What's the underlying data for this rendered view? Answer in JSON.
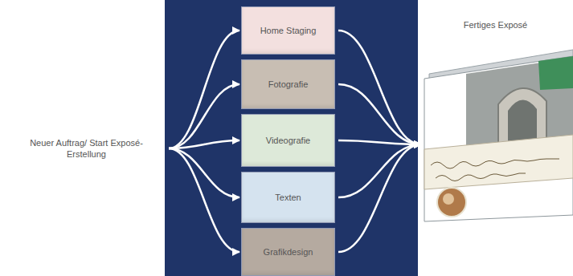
{
  "diagram": {
    "nodes": [
      {
        "text": [
          "Neuer Auftrag/ Start Exposé-Erstellung"
        ]
      },
      {
        "text": [
          "Home Staging"
        ]
      },
      {
        "text": [
          "Fotografie"
        ]
      },
      {
        "text": [
          "Videografie"
        ]
      },
      {
        "text": [
          "Texten"
        ]
      },
      {
        "text": [
          "Grafikdesign"
        ]
      },
      {
        "text": [
          "Fertiges Exposé"
        ]
      }
    ],
    "edges": [
      {
        "from": 0,
        "to": 1,
        "arrow": "to"
      },
      {
        "from": 0,
        "to": 2,
        "arrow": "to"
      },
      {
        "from": 0,
        "to": 3,
        "arrow": "to"
      },
      {
        "from": 0,
        "to": 4,
        "arrow": "to"
      },
      {
        "from": 0,
        "to": 5,
        "arrow": "to"
      },
      {
        "from": 1,
        "to": 6,
        "arrow": "to"
      },
      {
        "from": 2,
        "to": 6,
        "arrow": "to"
      },
      {
        "from": 3,
        "to": 6,
        "arrow": "to"
      },
      {
        "from": 4,
        "to": 6,
        "arrow": "to"
      },
      {
        "from": 5,
        "to": 6,
        "arrow": "to"
      }
    ]
  }
}
